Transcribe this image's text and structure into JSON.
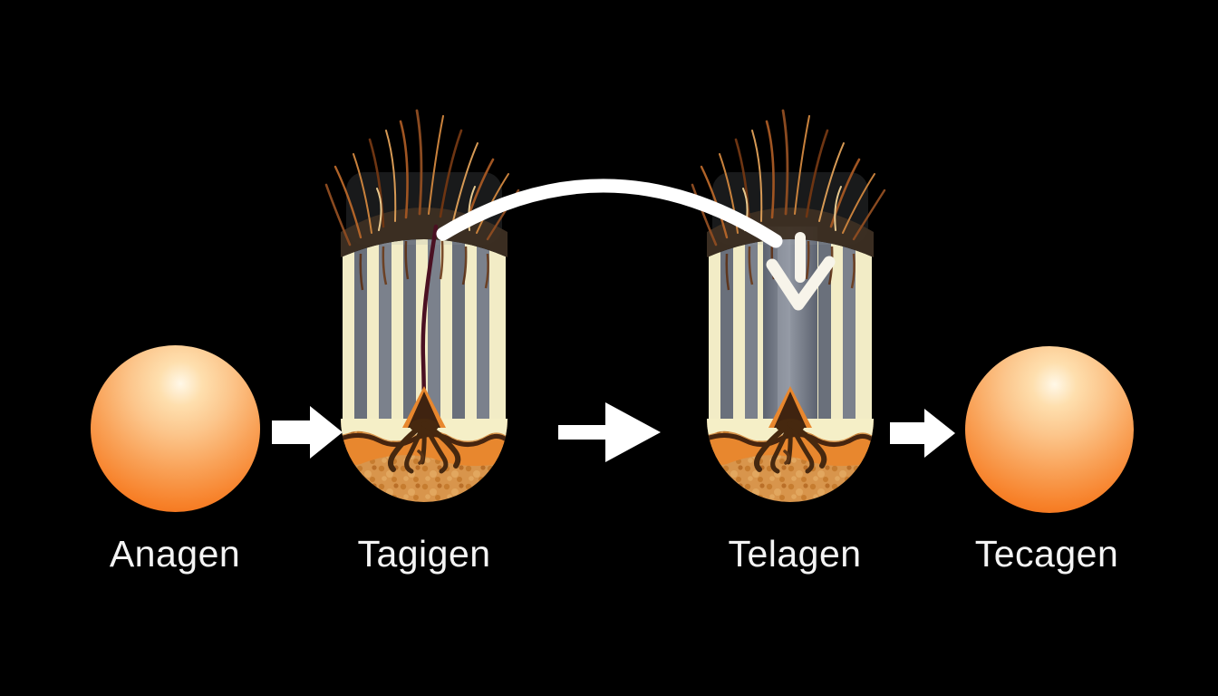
{
  "diagram": {
    "stages": [
      {
        "id": "anagen",
        "label": "Anagen",
        "visual": "orange-sphere"
      },
      {
        "id": "tagigen",
        "label": "Tagigen",
        "visual": "hair-follicle-cross-section"
      },
      {
        "id": "telagen",
        "label": "Telagen",
        "visual": "hair-follicle-cross-section-with-down-arrow"
      },
      {
        "id": "tecagen",
        "label": "Tecagen",
        "visual": "orange-sphere"
      }
    ],
    "connectors": [
      {
        "type": "right-block-arrow",
        "from": "Anagen",
        "to": "Tagigen"
      },
      {
        "type": "right-block-arrow",
        "from": "Tagigen",
        "to": "Telagen"
      },
      {
        "type": "right-block-arrow",
        "from": "Telagen",
        "to": "Tecagen"
      },
      {
        "type": "curved-arc-arrow",
        "from": "Tagigen",
        "to": "Telagen"
      },
      {
        "type": "down-arrow",
        "at": "Telagen"
      }
    ],
    "colors": {
      "background": "#000000",
      "arrow_white": "#ffffff",
      "label_text": "#f4f4f4",
      "sphere_orange": "#f5771c",
      "skin_cream": "#f5efc7",
      "tissue_tan": "#d8954c",
      "shaft_gray": "#6f7580",
      "hair_brown": "#8a4a20",
      "root_brown": "#46280f",
      "dermis_orange": "#e8872e",
      "strand_maroon": "#4a1022"
    }
  }
}
